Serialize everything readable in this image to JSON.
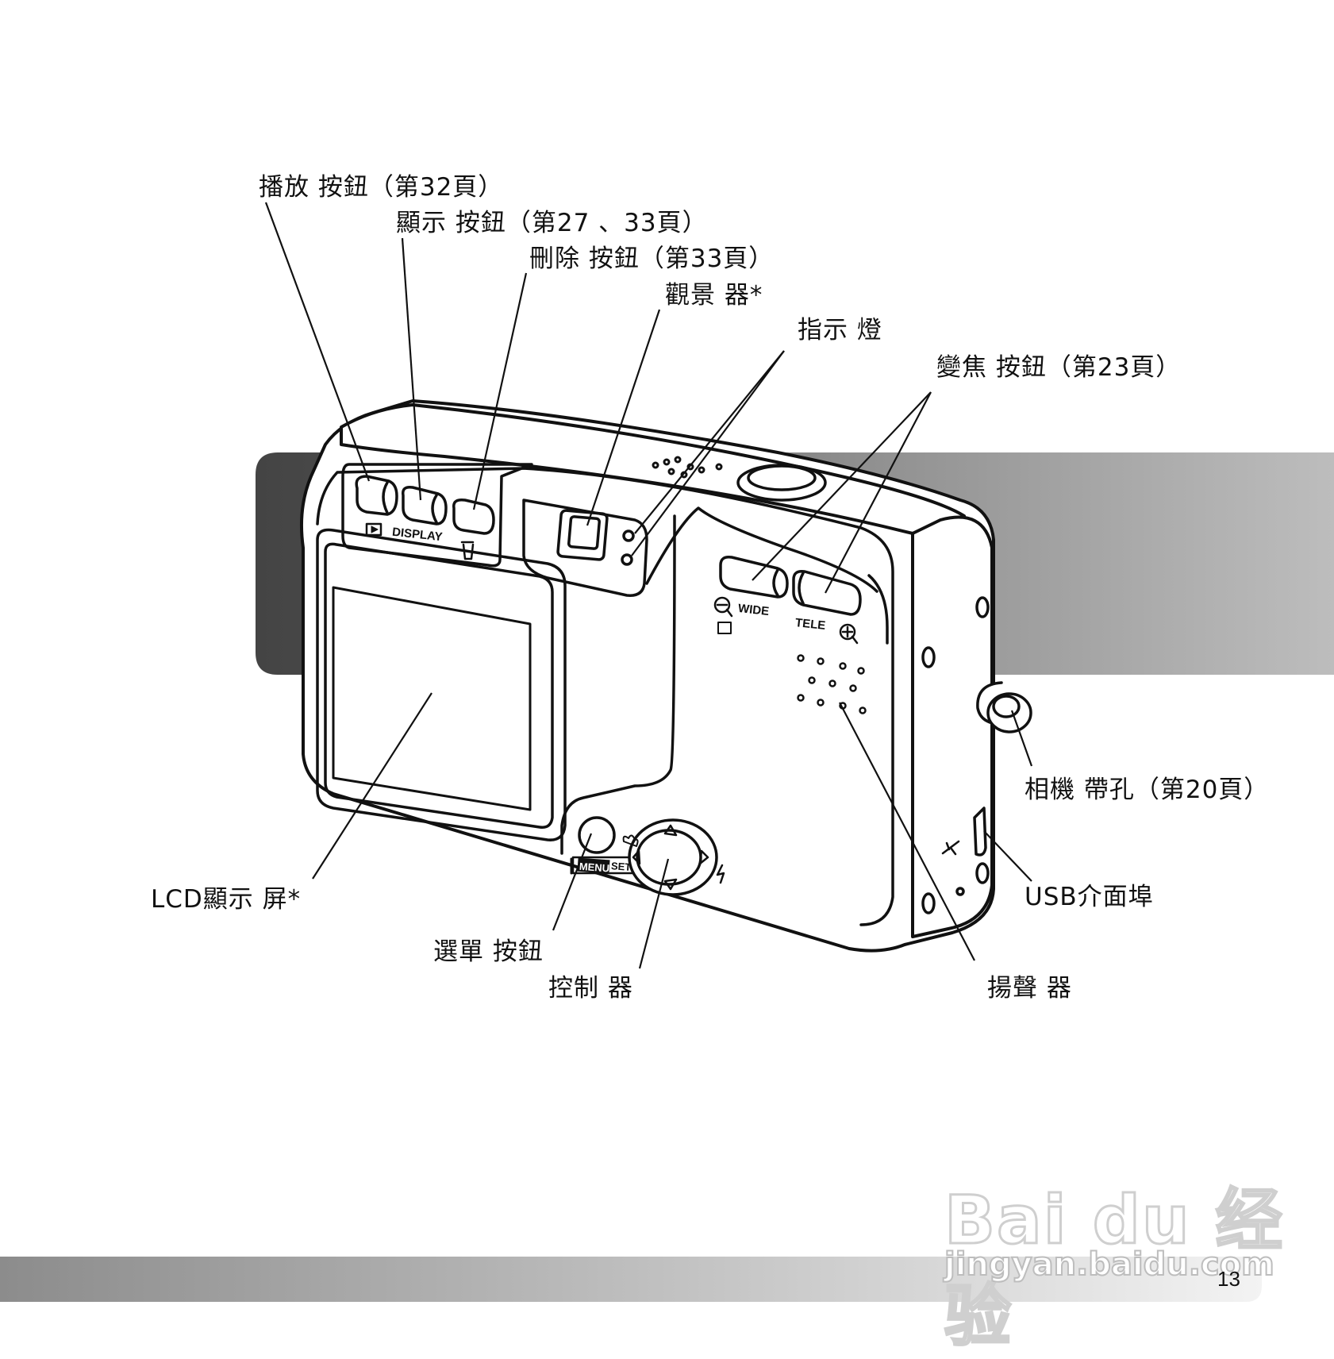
{
  "labels": {
    "playback": "播放 按鈕（第32頁）",
    "display": "顯示 按鈕（第27 、33頁）",
    "delete": "刪除 按鈕（第33頁）",
    "viewfinder": "觀景 器*",
    "indicator": "指示 燈",
    "zoom": "變焦 按鈕（第23頁）",
    "strap": "相機 帶孔（第20頁）",
    "usb": "USB介面埠",
    "speaker": "揚聲 器",
    "controller": "控制 器",
    "menu": "選單 按鈕",
    "lcd": "LCD顯示 屏*"
  },
  "camera_markings": {
    "display": "DISPLAY",
    "wide": "WIDE",
    "tele": "TELE",
    "menu": "MENU",
    "set": "SET"
  },
  "watermark": {
    "brand": "Bai du 经验",
    "url": "jingyan.baidu.com"
  },
  "page_number": "13",
  "colors": {
    "band_dark": "#4a4a4a",
    "band_light": "#b8b8b8",
    "footer_dark": "#909090",
    "footer_light": "#f2f2f2",
    "line": "#111111"
  }
}
